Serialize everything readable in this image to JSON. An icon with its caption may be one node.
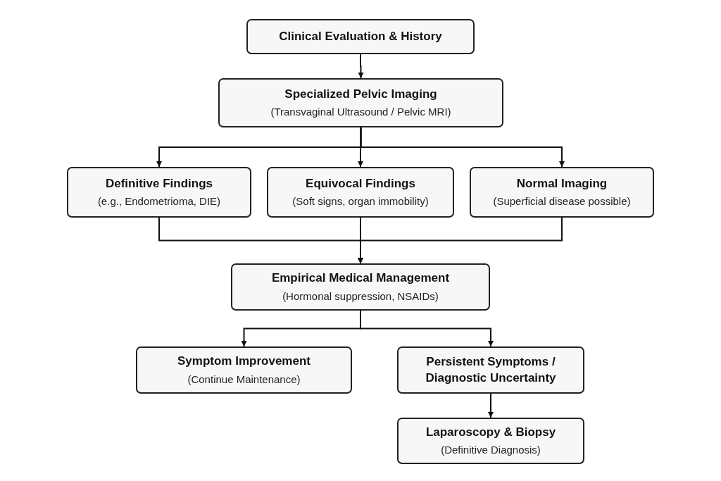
{
  "diagram": {
    "nodes": [
      {
        "text": [
          "Clinical Evaluation & History"
        ]
      },
      {
        "text": [
          "Specialized Pelvic Imaging",
          "(Transvaginal Ultrasound / Pelvic MRI)"
        ]
      },
      {
        "text": [
          "Definitive Findings",
          "(e.g., Endometrioma, DIE)"
        ]
      },
      {
        "text": [
          "Equivocal Findings",
          "(Soft signs, organ immobility)"
        ]
      },
      {
        "text": [
          "Normal Imaging",
          "(Superficial disease possible)"
        ]
      },
      {
        "text": [
          "Empirical Medical Management",
          "(Hormonal suppression, NSAIDs)"
        ]
      },
      {
        "text": [
          "Symptom Improvement",
          "(Continue Maintenance)"
        ]
      },
      {
        "text": [
          "Persistent Symptoms / Diagnostic Uncertainty"
        ]
      },
      {
        "text": [
          "Laparoscopy & Biopsy",
          "(Definitive Diagnosis)"
        ]
      }
    ],
    "edges": [
      {
        "from": 0,
        "to": 1,
        "arrow": "to"
      },
      {
        "from": 1,
        "to": 2,
        "arrow": "to"
      },
      {
        "from": 1,
        "to": 3,
        "arrow": "to"
      },
      {
        "from": 1,
        "to": 4,
        "arrow": "to"
      },
      {
        "from": 2,
        "to": 5,
        "arrow": "to"
      },
      {
        "from": 3,
        "to": 5,
        "arrow": "to"
      },
      {
        "from": 4,
        "to": 5,
        "arrow": "to"
      },
      {
        "from": 5,
        "to": 6,
        "arrow": "to"
      },
      {
        "from": 5,
        "to": 7,
        "arrow": "to"
      },
      {
        "from": 7,
        "to": 8,
        "arrow": "to"
      }
    ]
  }
}
